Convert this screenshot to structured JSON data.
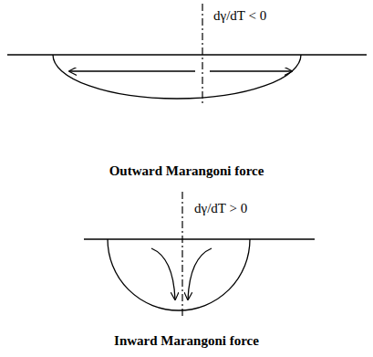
{
  "diagram": {
    "labels": [
      "dγ/dT < 0",
      "Outward Marangoni force",
      "dγ/dT > 0",
      "Inward Marangoni force"
    ]
  }
}
